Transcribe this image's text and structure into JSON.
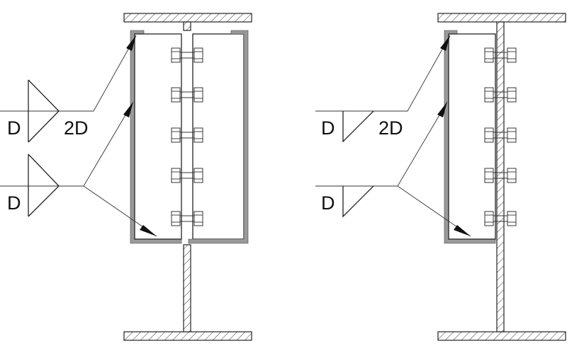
{
  "colors": {
    "line": "#222222",
    "weld": "#9a9a9a",
    "background": "#ffffff"
  },
  "left_detail": {
    "weld_symbols": [
      {
        "size_label": "D",
        "length_label": "2D",
        "type": "double-fillet"
      },
      {
        "size_label": "D",
        "length_label": "",
        "type": "double-fillet"
      }
    ],
    "bolt_rows": 5
  },
  "right_detail": {
    "weld_symbols": [
      {
        "size_label": "D",
        "length_label": "2D",
        "type": "single-fillet"
      },
      {
        "size_label": "D",
        "length_label": "",
        "type": "single-fillet"
      }
    ],
    "bolt_rows": 5
  }
}
